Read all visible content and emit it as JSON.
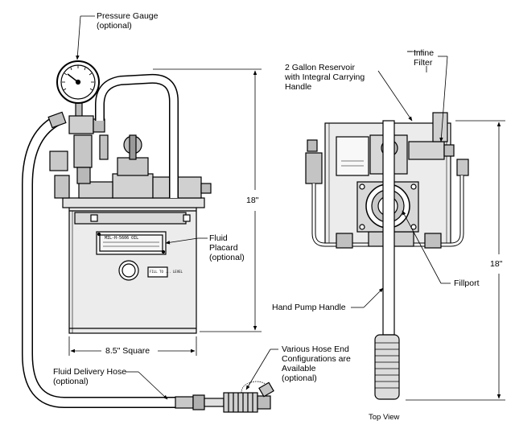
{
  "labels": {
    "pressure_gauge": [
      "Pressure Gauge",
      "(optional)"
    ],
    "reservoir": [
      "2 Gallon Reservoir",
      "with Integral Carrying",
      "Handle"
    ],
    "inline_filter": [
      "Inline",
      "Filter"
    ],
    "fluid_placard": [
      "Fluid",
      "Placard",
      "(optional)"
    ],
    "fillport": "Fillport",
    "hand_pump_handle": "Hand Pump Handle",
    "hose_end": [
      "Various Hose End",
      "Configurations are",
      "Available",
      "(optional)"
    ],
    "fluid_delivery_hose": [
      "Fluid Delivery Hose",
      "(optional)"
    ],
    "top_view": "Top View"
  },
  "dimensions": {
    "height_front": "18\"",
    "height_top": "18\"",
    "width_square": "8.5\" Square"
  },
  "plates": {
    "placard_title": "MIL-H-5606 OIL",
    "fill_tag": "FILL TO ... LEVEL"
  }
}
